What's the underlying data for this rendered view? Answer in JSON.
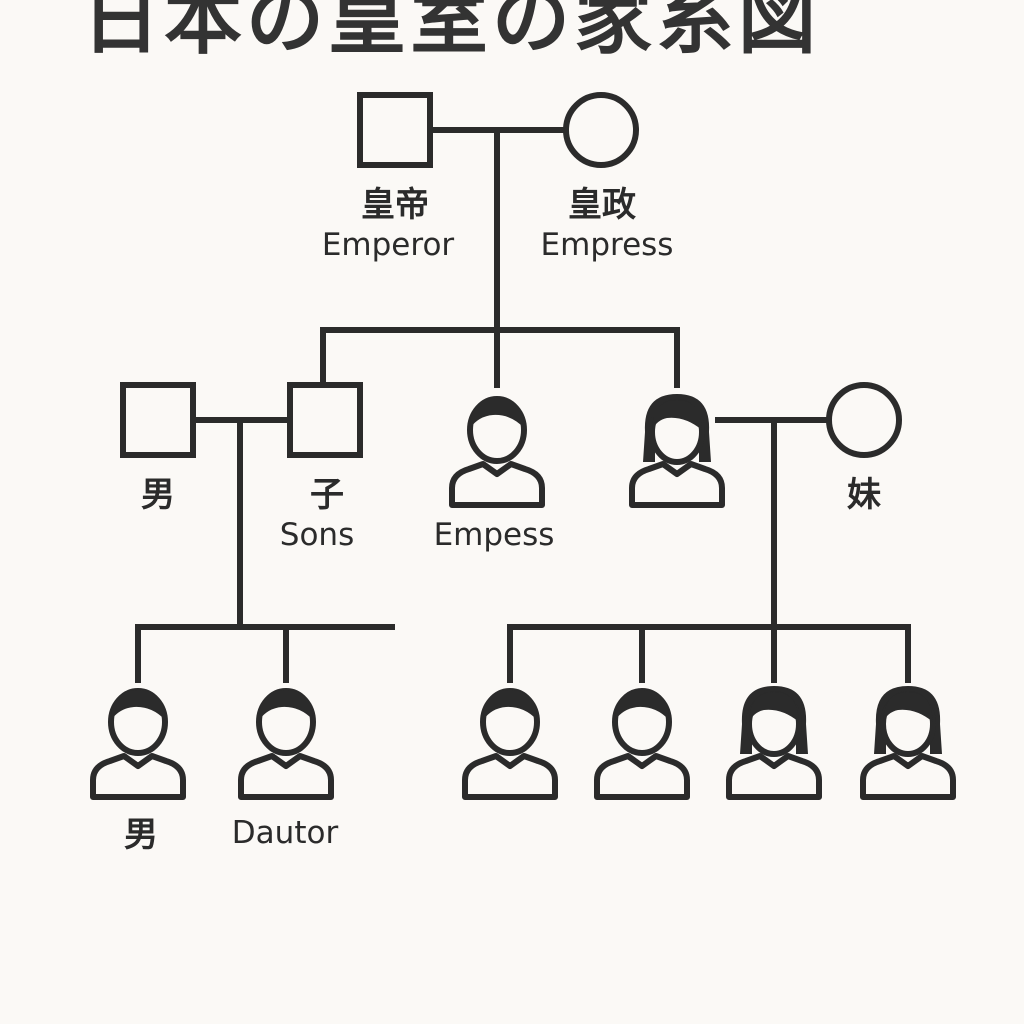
{
  "title": "日本の皇室の家系図",
  "colors": {
    "line": "#2b2b2b",
    "background": "#fbf9f6"
  },
  "nodes": {
    "emperor": {
      "shape": "square",
      "jp": "皇帝",
      "en": "Emperor"
    },
    "empress": {
      "shape": "circle",
      "jp": "皇政",
      "en": "Empress"
    },
    "left_male": {
      "shape": "square",
      "jp": "男"
    },
    "son": {
      "shape": "square",
      "jp": "子",
      "en": "Sons"
    },
    "middle_child": {
      "shape": "person",
      "en": "Empess"
    },
    "right_daughter": {
      "shape": "person-female"
    },
    "right_spouse": {
      "shape": "circle",
      "jp": "妹"
    },
    "grandchild_1": {
      "shape": "person",
      "jp": "男"
    },
    "grandchild_2": {
      "shape": "person",
      "en": "Dautor"
    },
    "grandchild_3": {
      "shape": "person"
    },
    "grandchild_4": {
      "shape": "person"
    },
    "grandchild_5": {
      "shape": "person-female"
    },
    "grandchild_6": {
      "shape": "person-female"
    }
  }
}
